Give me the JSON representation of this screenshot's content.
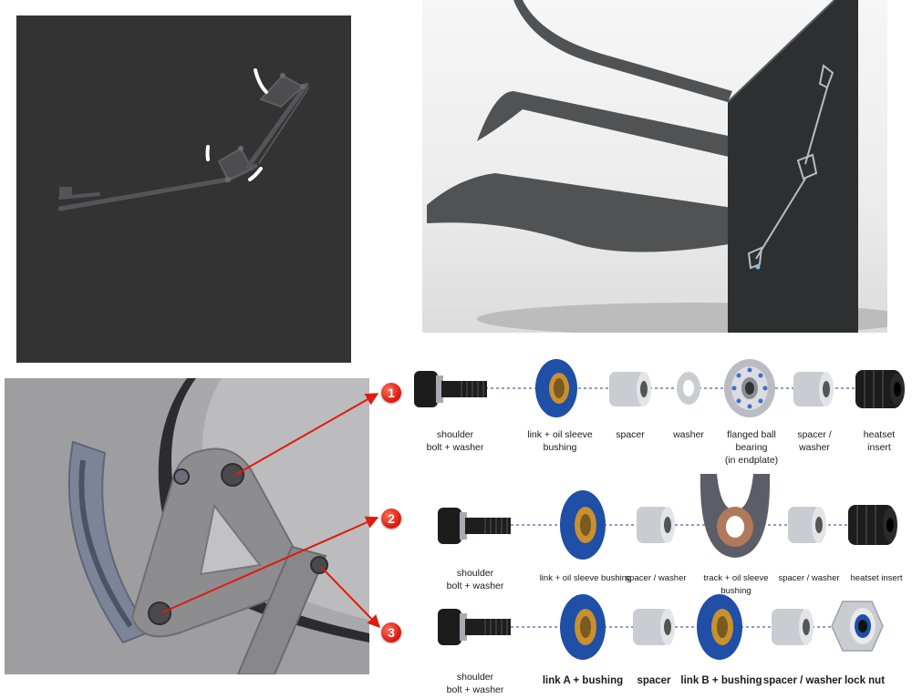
{
  "callouts": [
    "1",
    "2",
    "3"
  ],
  "assembly_1": {
    "labels": [
      "shoulder\nbolt + washer",
      "link + oil sleeve\nbushing",
      "spacer",
      "washer",
      "flanged ball\nbearing\n(in endplate)",
      "spacer /\nwasher",
      "heatset\ninsert"
    ]
  },
  "assembly_2": {
    "labels": [
      "shoulder\nbolt + washer",
      "link + oil sleeve bushing",
      "spacer / washer",
      "track + oil sleeve bushing",
      "spacer / washer",
      "heatset insert"
    ]
  },
  "assembly_3": {
    "labels": [
      "shoulder\nbolt + washer",
      "link A + bushing",
      "spacer",
      "link B + bushing",
      "spacer / washer",
      "lock nut"
    ]
  },
  "colors": {
    "callout_red": "#e01a0e",
    "link_blue": "#1f4fa6",
    "bronze": "#c8902e",
    "dashed_axis": "#4a5fa8",
    "steel": "#c9ccd1",
    "black_part": "#1c1c1c"
  }
}
